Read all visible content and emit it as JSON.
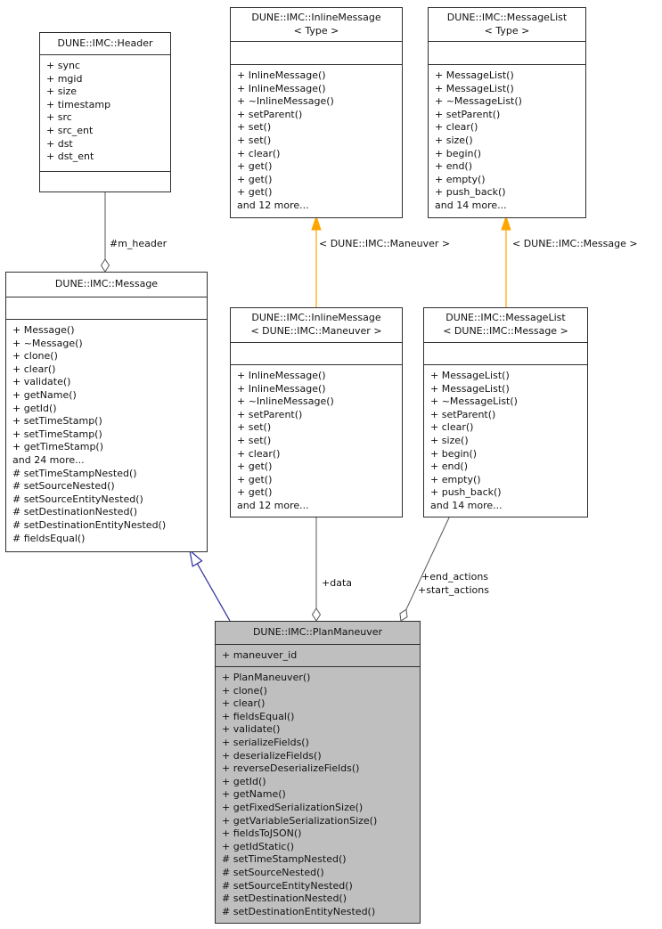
{
  "colors": {
    "border": "#2f2f2f",
    "edge": "#555555",
    "inheritance": "#2f2fa2",
    "template_edge": "#ffa500",
    "node_fill": "#ffffff",
    "focus_fill": "#bfbfbf",
    "diamond_fill": "#ffffff"
  },
  "classes": {
    "header": {
      "title_lines": [
        "DUNE::IMC::Header"
      ],
      "attributes": [
        "+ sync",
        "+ mgid",
        "+ size",
        "+ timestamp",
        "+ src",
        "+ src_ent",
        "+ dst",
        "+ dst_ent"
      ],
      "methods": []
    },
    "inline_message_type": {
      "title_lines": [
        "DUNE::IMC::InlineMessage",
        "< Type >"
      ],
      "attributes": [],
      "methods": [
        "+ InlineMessage()",
        "+ InlineMessage()",
        "+ ~InlineMessage()",
        "+ setParent()",
        "+ set()",
        "+ set()",
        "+ clear()",
        "+ get()",
        "+ get()",
        "+ get()",
        "and 12 more..."
      ]
    },
    "message_list_type": {
      "title_lines": [
        "DUNE::IMC::MessageList",
        "< Type >"
      ],
      "attributes": [],
      "methods": [
        "+ MessageList()",
        "+ MessageList()",
        "+ ~MessageList()",
        "+ setParent()",
        "+ clear()",
        "+ size()",
        "+ begin()",
        "+ end()",
        "+ empty()",
        "+ push_back()",
        "and 14 more..."
      ]
    },
    "message": {
      "title_lines": [
        "DUNE::IMC::Message"
      ],
      "attributes": [],
      "methods": [
        "+ Message()",
        "+ ~Message()",
        "+ clone()",
        "+ clear()",
        "+ validate()",
        "+ getName()",
        "+ getId()",
        "+ setTimeStamp()",
        "+ setTimeStamp()",
        "+ getTimeStamp()",
        "and 24 more...",
        "# setTimeStampNested()",
        "# setSourceNested()",
        "# setSourceEntityNested()",
        "# setDestinationNested()",
        "# setDestinationEntityNested()",
        "# fieldsEqual()"
      ]
    },
    "inline_message_maneuver": {
      "title_lines": [
        "DUNE::IMC::InlineMessage",
        "< DUNE::IMC::Maneuver >"
      ],
      "attributes": [],
      "methods": [
        "+ InlineMessage()",
        "+ InlineMessage()",
        "+ ~InlineMessage()",
        "+ setParent()",
        "+ set()",
        "+ set()",
        "+ clear()",
        "+ get()",
        "+ get()",
        "+ get()",
        "and 12 more..."
      ]
    },
    "message_list_message": {
      "title_lines": [
        "DUNE::IMC::MessageList",
        "< DUNE::IMC::Message >"
      ],
      "attributes": [],
      "methods": [
        "+ MessageList()",
        "+ MessageList()",
        "+ ~MessageList()",
        "+ setParent()",
        "+ clear()",
        "+ size()",
        "+ begin()",
        "+ end()",
        "+ empty()",
        "+ push_back()",
        "and 14 more..."
      ]
    },
    "plan_maneuver": {
      "title_lines": [
        "DUNE::IMC::PlanManeuver"
      ],
      "attributes": [
        "+ maneuver_id"
      ],
      "methods": [
        "+ PlanManeuver()",
        "+ clone()",
        "+ clear()",
        "+ fieldsEqual()",
        "+ validate()",
        "+ serializeFields()",
        "+ deserializeFields()",
        "+ reverseDeserializeFields()",
        "+ getId()",
        "+ getName()",
        "+ getFixedSerializationSize()",
        "+ getVariableSerializationSize()",
        "+ fieldsToJSON()",
        "+ getIdStatic()",
        "# setTimeStampNested()",
        "# setSourceNested()",
        "# setSourceEntityNested()",
        "# setDestinationNested()",
        "# setDestinationEntityNested()"
      ]
    }
  },
  "edge_labels": {
    "m_header": "#m_header",
    "maneuver_template": "< DUNE::IMC::Maneuver >",
    "message_template": "< DUNE::IMC::Message >",
    "data": "+data",
    "end_actions": "+end_actions",
    "start_actions": "+start_actions"
  }
}
